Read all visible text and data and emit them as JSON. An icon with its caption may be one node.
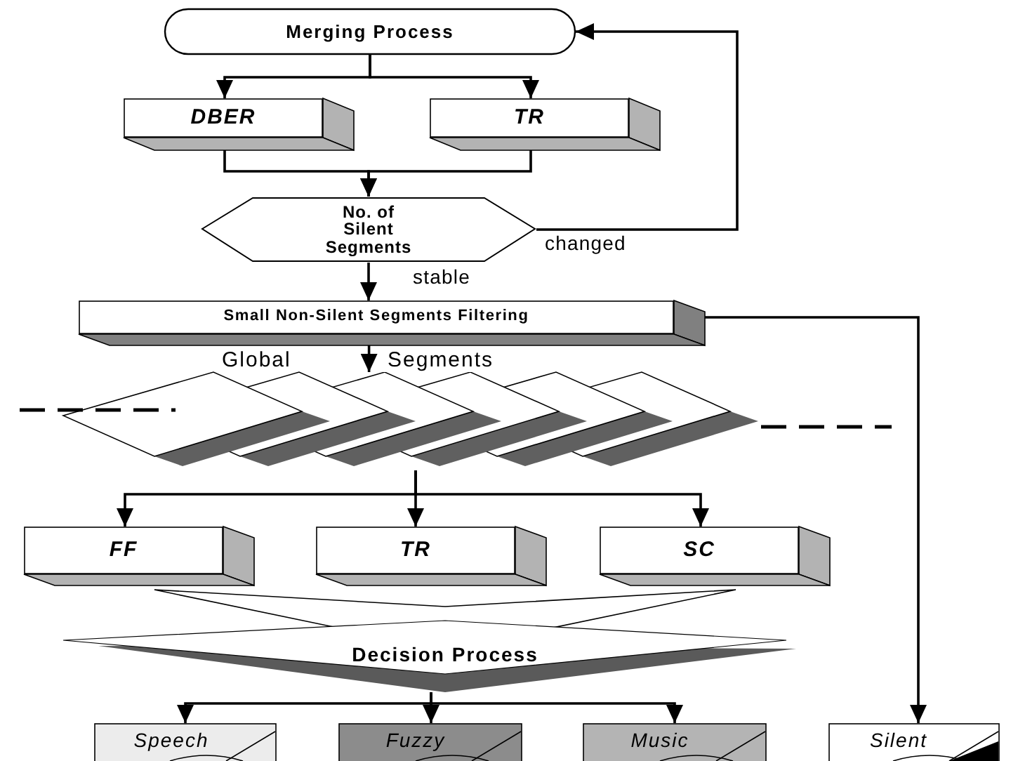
{
  "diagram": {
    "nodes": [
      {
        "text": [
          "Merging Process"
        ]
      },
      {
        "text": [
          "DBER"
        ]
      },
      {
        "text": [
          "TR"
        ]
      },
      {
        "text": [
          "No. of Silent Segments"
        ]
      },
      {
        "text": [
          "Small Non-Silent Segments Filtering"
        ]
      },
      {
        "text": [],
        "shape": "picture"
      },
      {
        "text": [
          "FF"
        ]
      },
      {
        "text": [
          "TR"
        ]
      },
      {
        "text": [
          "SC"
        ]
      },
      {
        "text": [
          "Decision Process"
        ]
      },
      {
        "text": [
          "Speech"
        ]
      },
      {
        "text": [
          "Fuzzy"
        ]
      },
      {
        "text": [
          "Music"
        ]
      },
      {
        "text": [
          "Silent"
        ]
      }
    ],
    "edges": [
      {
        "from": 0,
        "to": 1,
        "arrow": "to"
      },
      {
        "from": 0,
        "to": 2,
        "arrow": "to"
      },
      {
        "from": 1,
        "to": 3,
        "arrow": "to"
      },
      {
        "from": 2,
        "to": 3,
        "arrow": "to"
      },
      {
        "from": 3,
        "to": 0,
        "arrow": "to",
        "label": "changed"
      },
      {
        "from": 3,
        "to": 4,
        "arrow": "to",
        "label": "stable"
      },
      {
        "from": 4,
        "to": 5,
        "arrow": "to"
      },
      {
        "from": 4,
        "to": 13,
        "arrow": "to"
      },
      {
        "from": 5,
        "to": 6,
        "arrow": "to"
      },
      {
        "from": 5,
        "to": 7,
        "arrow": "to"
      },
      {
        "from": 5,
        "to": 8,
        "arrow": "to"
      },
      {
        "from": 9,
        "to": 10,
        "arrow": "to"
      },
      {
        "from": 9,
        "to": 11,
        "arrow": "to"
      },
      {
        "from": 9,
        "to": 12,
        "arrow": "to"
      }
    ],
    "labels": [
      "Global",
      "Segments"
    ]
  }
}
